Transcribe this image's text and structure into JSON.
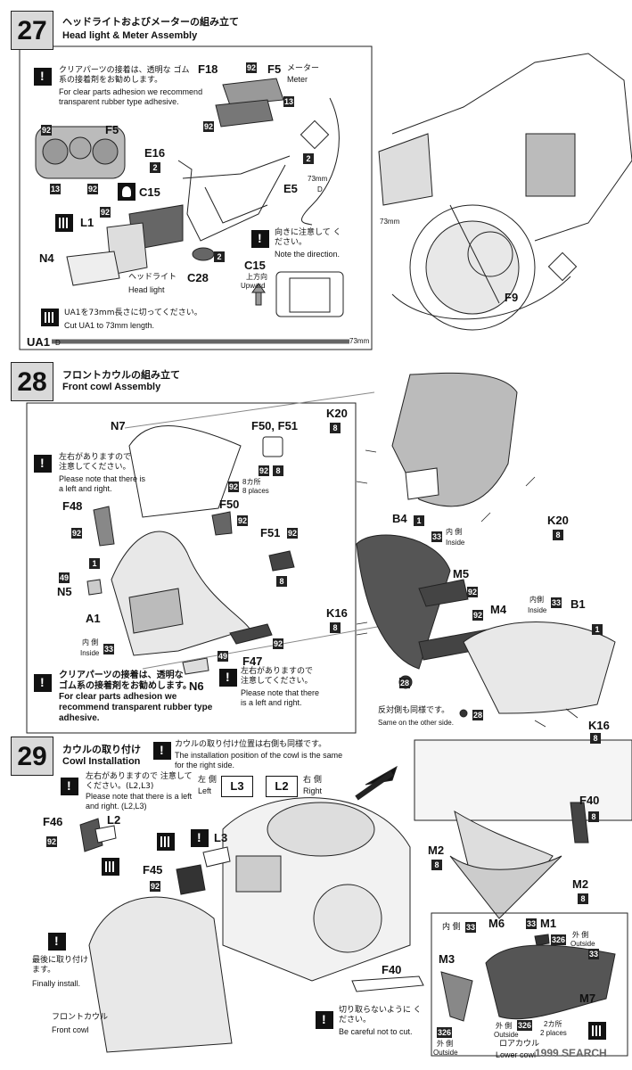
{
  "step27": {
    "number": "27",
    "title_jp": "ヘッドライトおよびメーターの組み立て",
    "title_en": "Head light & Meter Assembly",
    "note_clear_jp": "クリアパーツの接着は、透明な ゴム系の接着剤をお勧めします。",
    "note_clear_en": "For clear parts adhesion we recommend transparent rubber type adhesive.",
    "labels": {
      "F18": "F18",
      "F5a": "F5",
      "F5b": "F5",
      "meter_jp": "メーター",
      "meter_en": "Meter",
      "E16": "E16",
      "C15": "C15",
      "E5": "E5",
      "L1": "L1",
      "N4": "N4",
      "C28": "C28",
      "F9": "F9",
      "headlight_jp": "ヘッドライト",
      "headlight_en": "Head light"
    },
    "badges": {
      "b92a": "92",
      "b13a": "13",
      "b92b": "92",
      "b92c": "92",
      "b13b": "13",
      "b92d": "92",
      "b2a": "2",
      "b2b": "2",
      "b92e": "92",
      "b2c": "2"
    },
    "direction_jp": "向きに注意して ください。",
    "direction_en": "Note the direction.",
    "c15": "C15",
    "upward_jp": "上方向",
    "upward_en": "Upward",
    "len73": "73mm",
    "len73b": "73mm",
    "d": "D",
    "cut_jp": "UA1を73mm長さに切ってください。",
    "cut_en": "Cut UA1 to 73mm length.",
    "ua1": "UA1",
    "ua1_d": "D",
    "ua1_len": "73mm"
  },
  "step28": {
    "number": "28",
    "title_jp": "フロントカウルの組み立て",
    "title_en": "Front cowl Assembly",
    "labels": {
      "N7": "N7",
      "F50F51": "F50, F51",
      "F48": "F48",
      "F50": "F50",
      "F51": "F51",
      "N5": "N5",
      "A1": "A1",
      "F47": "F47",
      "N6": "N6",
      "K20a": "K20",
      "K20b": "K20",
      "B4": "B4",
      "M5": "M5",
      "M4": "M4",
      "B1": "B1",
      "K16a": "K16",
      "K16b": "K16"
    },
    "badges": {
      "b92a": "92",
      "b8a": "8",
      "b92b": "92",
      "b92c": "92",
      "b92d": "92",
      "b92e": "92",
      "b8b": "8",
      "b1a": "1",
      "b49a": "49",
      "b33a": "33",
      "b49b": "49",
      "b92f": "92",
      "b8c": "8",
      "b1b": "1",
      "b33b": "33",
      "b92g": "92",
      "b92h": "92",
      "b8d": "8",
      "b8e": "8",
      "b28a": "28",
      "b33c": "33",
      "b1c": "1",
      "b28b": "28",
      "b8f": "8"
    },
    "eight_places_jp": "8カ所",
    "eight_places_en": "8 places",
    "lr_jp": "左右がありますので 注意してください。",
    "lr_en": "Please note that there is a left and right.",
    "lr2_jp": "左右がありますので 注意してください。",
    "lr2_en": "Please note that there is a left and right.",
    "inside_jp": "内 側",
    "inside_en": "Inside",
    "inside2_jp": "内 側",
    "inside2_en": "Inside",
    "inside3_jp": "内側",
    "inside3_en": "Inside",
    "clear_jp": "クリアパーツの接着は、透明な ゴム系の接着剤をお勧めします。",
    "clear_en": "For clear parts adhesion we recommend transparent rubber type adhesive.",
    "same_jp": "反対側も同様です。",
    "same_en": "Same on the other side."
  },
  "step29": {
    "number": "29",
    "title_jp": "カウルの取り付け",
    "title_en": "Cowl Installation",
    "pos_jp": "カウルの取り付け位置は右側も同様です。",
    "pos_en": "The installation position of the cowl is the same for the right side.",
    "lr_jp": "左右がありますので 注意してください。(L2,L3)",
    "lr_en": "Please note that there is a left and right. (L2,L3)",
    "left_jp": "左 側",
    "left_en": "Left",
    "right_jp": "右 側",
    "right_en": "Right",
    "box_l3": "L3",
    "box_l2": "L2",
    "labels": {
      "F46": "F46",
      "L2": "L2",
      "L3": "L3",
      "F45": "F45",
      "F40a": "F40",
      "M2a": "M2",
      "M2b": "M2",
      "F40b": "F40",
      "M6": "M6",
      "M1": "M1",
      "M3": "M3",
      "M7": "M7"
    },
    "badges": {
      "b92a": "92",
      "b92b": "92",
      "b8a": "8",
      "b8b": "8",
      "b8c": "8",
      "b33a": "33",
      "b33b": "33",
      "b326a": "326",
      "b33c": "33",
      "b326b": "326",
      "b326c": "326"
    },
    "final_jp": "最後に取り付け ます。",
    "final_en": "Finally install.",
    "front_cowl_jp": "フロントカウル",
    "front_cowl_en": "Front cowl",
    "careful_jp": "切り取らないように ください。",
    "careful_en": "Be careful not to cut.",
    "inside_jp": "内 側",
    "outside_jp": "外 側",
    "outside_en": "Outside",
    "outside2_jp": "外 側",
    "outside2_en": "Outside",
    "outside3_jp": "外 側",
    "outside3_en": "Outside",
    "lower_cowl_jp": "ロアカウル",
    "lower_cowl_en": "Lower cowl",
    "two_places_jp": "2カ所",
    "two_places_en": "2 places",
    "watermark": "1999 SEARCH"
  }
}
